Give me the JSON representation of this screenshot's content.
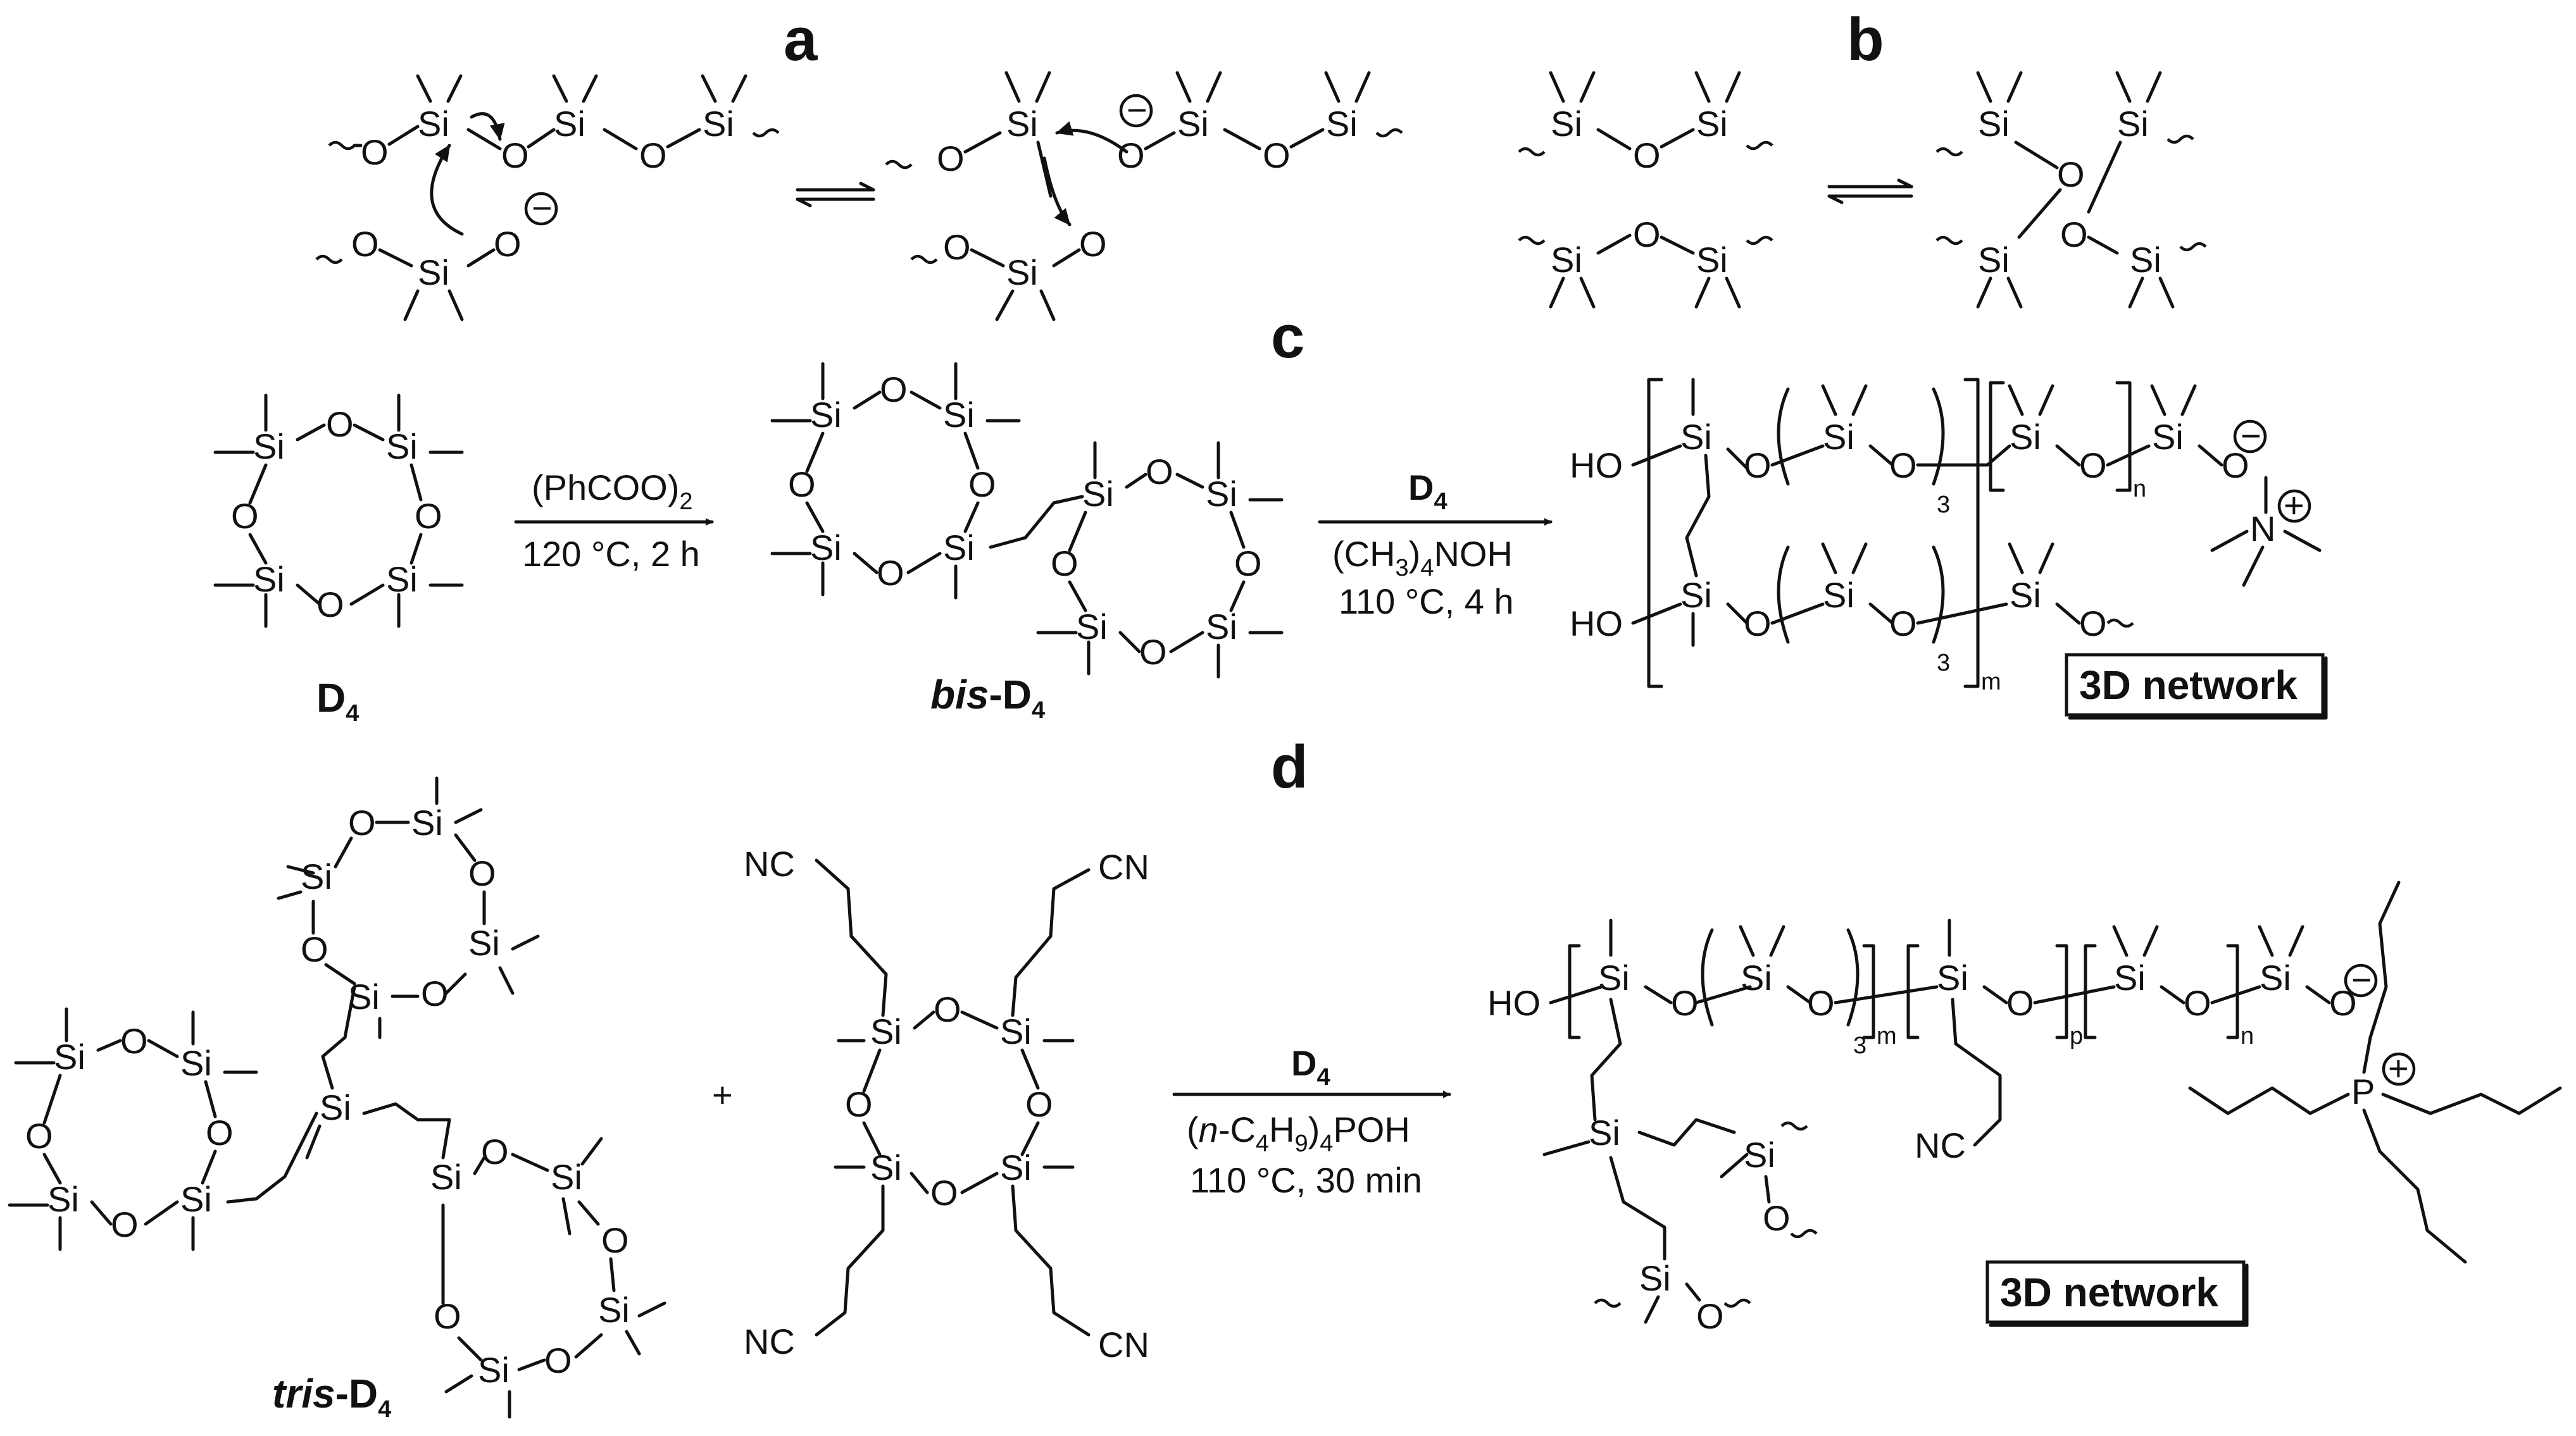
{
  "panels": {
    "a": "a",
    "b": "b",
    "c": "c",
    "d": "d"
  },
  "atoms": {
    "si": "Si",
    "o": "O",
    "n": "N",
    "p": "P",
    "nc": "NC",
    "cn": "CN",
    "ho": "HO",
    "minus": "−",
    "plus": "+"
  },
  "compounds": {
    "d4": "D",
    "d4_sub": "4",
    "bis_prefix": "bis",
    "tris_prefix": "tris",
    "dash": "-"
  },
  "reaction_c": {
    "step1_line1": "(PhCOO)",
    "step1_line1_sub": "2",
    "step1_line2": "120 °C, 2 h",
    "step2_reagent": "D",
    "step2_reagent_sub": "4",
    "step2_catalyst_a": "(CH",
    "step2_catalyst_sub": "3",
    "step2_catalyst_b": ")",
    "step2_catalyst_sub2": "4",
    "step2_catalyst_c": "NOH",
    "step2_conditions": "110 °C, 4 h",
    "repeat_3": "3",
    "repeat_n": "n",
    "repeat_m": "m",
    "product_label": "3D network"
  },
  "reaction_d": {
    "plus_sign": "+",
    "reagent": "D",
    "reagent_sub": "4",
    "catalyst_a": "(",
    "catalyst_italic": "n",
    "catalyst_b": "-C",
    "catalyst_sub1": "4",
    "catalyst_c": "H",
    "catalyst_sub2": "9",
    "catalyst_d": ")",
    "catalyst_sub3": "4",
    "catalyst_e": "POH",
    "conditions": "110 °C, 30 min",
    "repeat_3": "3",
    "repeat_m": "m",
    "repeat_p": "p",
    "repeat_n": "n",
    "product_label": "3D network"
  }
}
